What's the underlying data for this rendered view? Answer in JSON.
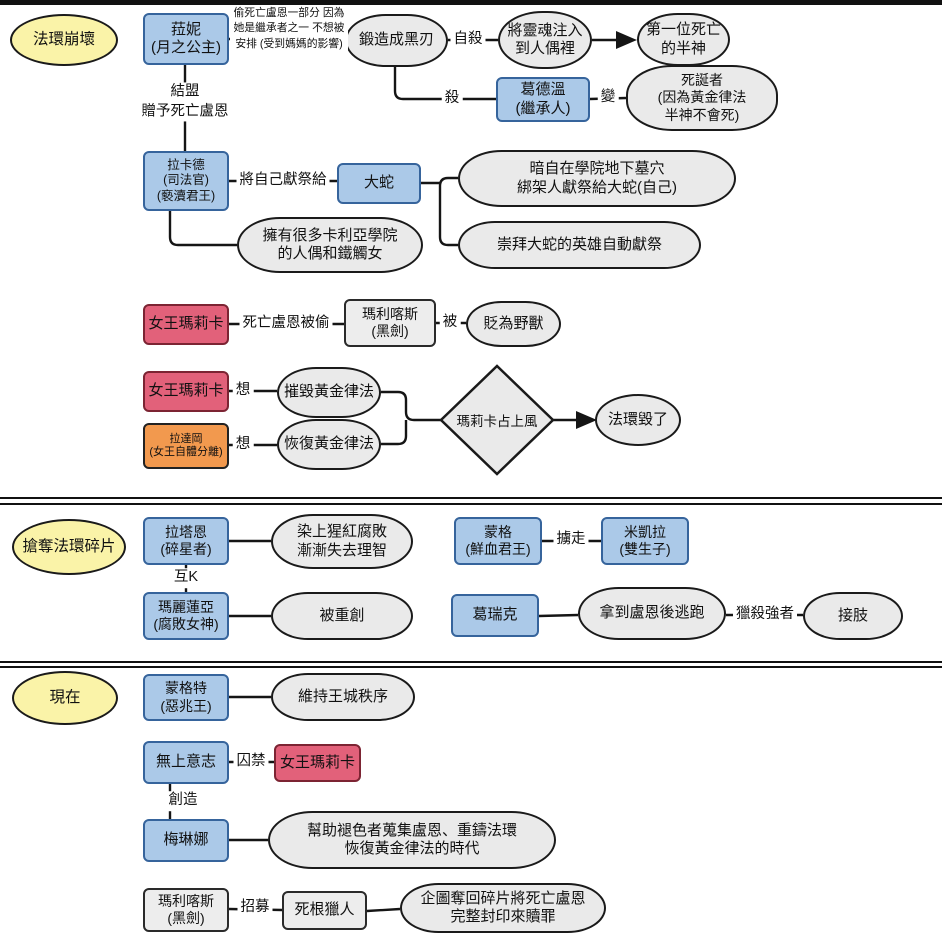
{
  "diagram": {
    "sections": [
      {
        "badge": "法環崩壞"
      },
      {
        "badge": "搶奪法環碎片"
      },
      {
        "badge": "現在"
      }
    ],
    "nodes": {
      "ranni": "菈妮\n(月之公主)",
      "ranni_note": "偷死亡盧恩一部分\n因為她是繼承者之一\n不想被安排\n(受到媽媽的影響)",
      "forge_blade": "鍛造成黑刃",
      "soul_doll": "將靈魂注入\n到人偶裡",
      "first_dead_demigod": "第一位死亡\n的半神",
      "godwyn": "葛德溫\n(繼承人)",
      "deathbirth": "死誕者\n(因為黃金律法\n半神不會死)",
      "rykard": "拉卡德\n(司法官)\n(褻瀆君王)",
      "serpent": "大蛇",
      "secret_sacrifice": "暗自在學院地下墓穴\n綁架人獻祭給大蛇(自己)",
      "hero_sacrifice": "崇拜大蛇的英雄自動獻祭",
      "puppets": "擁有很多卡利亞學院\n的人偶和鐵觸女",
      "queen_marika_1": "女王瑪莉卡",
      "maliketh_1": "瑪利喀斯\n(黑劍)",
      "demoted_beast": "貶為野獸",
      "queen_marika_2": "女王瑪莉卡",
      "destroy_order": "摧毀黃金律法",
      "radagon": "拉達岡\n(女王自體分離)",
      "restore_order": "恢復黃金律法",
      "marika_prevails": "瑪莉卡占上風",
      "ring_broken": "法環毀了",
      "radahn": "拉塔恩\n(碎星者)",
      "scarlet_rot": "染上猩紅腐敗\n漸漸失去理智",
      "malenia": "瑪麗蓮亞\n(腐敗女神)",
      "badly_wounded": "被重創",
      "mohg": "蒙格\n(鮮血君王)",
      "miquella": "米凱拉\n(雙生子)",
      "godrick": "葛瑞克",
      "flee_with_rune": "拿到盧恩後逃跑",
      "grafting": "接肢",
      "morgott": "蒙格特\n(惡兆王)",
      "keep_order": "維持王城秩序",
      "greater_will": "無上意志",
      "queen_marika_3": "女王瑪莉卡",
      "melina": "梅琳娜",
      "help_tarnished": "幫助褪色者蒐集盧恩、重鑄法環\n恢復黃金律法的時代",
      "maliketh_2": "瑪利喀斯\n(黑劍)",
      "deathroot_hunters": "死根獵人",
      "seal_death": "企圖奪回碎片將死亡盧恩\n完整封印來贖罪"
    },
    "edge_labels": {
      "suicide": "自殺",
      "kill": "殺",
      "become": "變",
      "alliance": "結盟\n贈予死亡盧恩",
      "self_sacrifice": "將自己獻祭給",
      "rune_stolen": "死亡盧恩被偷",
      "by": "被",
      "want_1": "想",
      "want_2": "想",
      "fight_each_other": "互K",
      "abduct": "擄走",
      "hunt_strong": "獵殺強者",
      "imprison": "囚禁",
      "create": "創造",
      "recruit": "招募"
    },
    "colors": {
      "blue_fill": "#abc9e8",
      "blue_border": "#36649c",
      "red_fill": "#e2617a",
      "red_border": "#7c2433",
      "orange_fill": "#f2994e",
      "yellow_fill": "#faf3a8",
      "gray_fill": "#eaeaea",
      "line": "#151515"
    }
  }
}
